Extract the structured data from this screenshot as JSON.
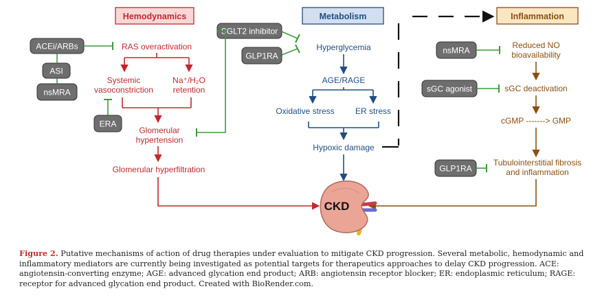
{
  "headers": {
    "hemodynamics": "Hemodynamics",
    "metabolism": "Metabolism",
    "inflammation": "Inflammation"
  },
  "drugs": {
    "acei_arbs": "ACEi/ARBs",
    "asi": "ASI",
    "nsmra_left": "nsMRA",
    "era": "ERA",
    "sglt2": "SGLT2 inhibitor",
    "glp1ra_mid": "GLP1RA",
    "nsmra_right": "nsMRA",
    "sgc_agonist": "sGC agonist",
    "glp1ra_right": "GLP1RA"
  },
  "hemodynamics": {
    "ras": "RAS overactivation",
    "systemic_1": "Systemic",
    "systemic_2": "vasoconstriction",
    "na_1": "Na⁺/H₂O",
    "na_2": "retention",
    "glom_ht_1": "Glomerular",
    "glom_ht_2": "hypertension",
    "hyperfiltration": "Glomerular hyperfiltration"
  },
  "metabolism": {
    "hyperglycemia": "Hyperglycemia",
    "age_rage": "AGE/RAGE",
    "oxidative": "Oxidative stress",
    "er_stress": "ER stress",
    "hypoxic": "Hypoxic damage"
  },
  "inflammation": {
    "no_1": "Reduced NO",
    "no_2": "bioavailability",
    "sgc_deact": "sGC deactivation",
    "cgmp": "cGMP -------> GMP",
    "tubulo_1": "Tubulointerstitial fibrosis",
    "tubulo_2": "and inflammation"
  },
  "kidney_label": "CKD",
  "caption": {
    "figure_label": "Figure 2.",
    "text": " Putative mechanisms of action of drug therapies under evaluation to mitigate CKD progression. Several metabolic, hemodynamic and inflammatory mediators are currently being investigated as potential targets for therapeutics approaches to delay CKD progression. ACE: angiotensin-converting enzyme; AGE: advanced glycation end product; ARB: angiotensin receptor blocker; ER: endoplasmic reticulum; RAGE: receptor for advanced glycation end product. Created with BioRender.com."
  },
  "colors": {
    "red": "#c0282d",
    "blue": "#1f4e82",
    "brown": "#8a4f0f",
    "green": "#3c9a3c",
    "drug_box": "#6e6e6e",
    "hemo_header_bg": "#f9d7d7",
    "metab_header_bg": "#d3dff0",
    "infl_header_bg": "#fbe6c2"
  }
}
